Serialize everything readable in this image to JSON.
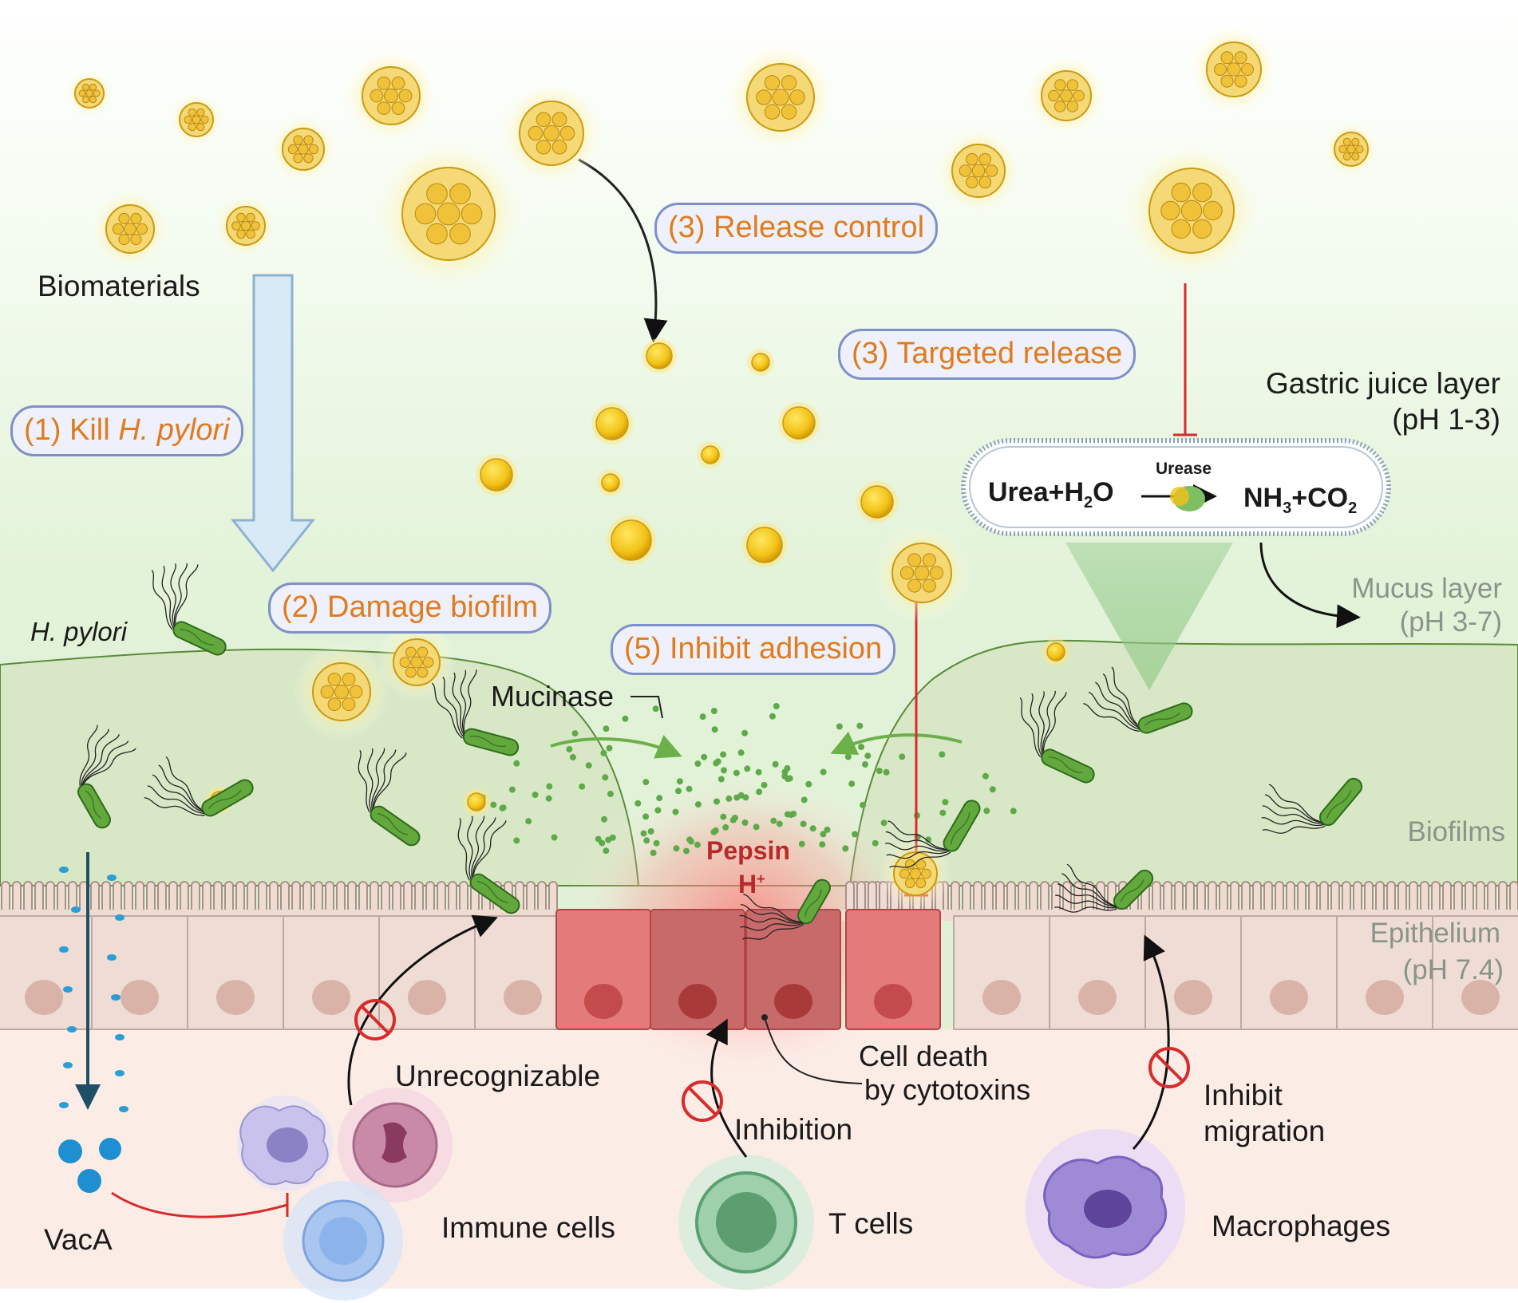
{
  "labels": {
    "biomaterials": "Biomaterials",
    "h_pylori": "H. pylori",
    "gastric_juice": "Gastric juice layer",
    "gastric_ph": "(pH 1-3)",
    "mucus": "Mucus layer",
    "mucus_ph": "(pH 3-7)",
    "biofilms": "Biofilms",
    "epithelium": "Epithelium",
    "epithelium_ph": "(pH 7.4)",
    "mucinase": "Mucinase",
    "pepsin": "Pepsin",
    "h_plus": "H",
    "h_plus_sup": "+",
    "cell_death_1": "Cell death",
    "cell_death_2": "by cytotoxins",
    "unrecognizable": "Unrecognizable",
    "inhibition": "Inhibition",
    "inhibit_migration_1": "Inhibit",
    "inhibit_migration_2": "migration",
    "immune_cells": "Immune cells",
    "t_cells": "T cells",
    "macrophages": "Macrophages",
    "vaca": "VacA"
  },
  "pills": {
    "kill_prefix": "(1) Kill ",
    "kill_italic": "H. pylori",
    "damage": "(2) Damage biofilm",
    "release_control": "(3) Release control",
    "targeted_release": "(3) Targeted release",
    "inhibit_adhesion": "(5) Inhibit adhesion"
  },
  "reaction": {
    "left": "Urea+H",
    "left_sub": "2",
    "left_tail": "O",
    "enzyme": "Urease",
    "right_a": "NH",
    "right_sub_a": "3",
    "right_b": "+CO",
    "right_sub_b": "2"
  },
  "colors": {
    "accent_orange": "#e07b1e",
    "pill_border": "#7f8fc9",
    "bacteria_green": "#5a9a3a",
    "inhibit_red": "#d62c2c",
    "nanoparticle_yellow": "#f2c218"
  }
}
